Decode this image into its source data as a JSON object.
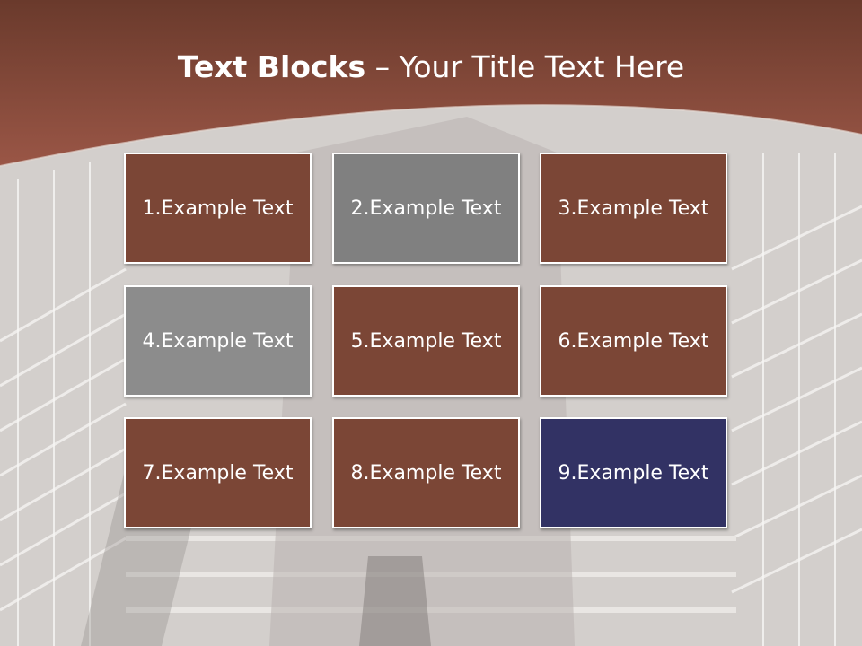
{
  "slide": {
    "title_bold": "Text Blocks",
    "title_dash": "–",
    "title_rest": "Your Title Text Here"
  },
  "blocks": [
    {
      "label": "1.Example Text",
      "color": "#7b4636"
    },
    {
      "label": "2.Example Text",
      "color": "#808080"
    },
    {
      "label": "3.Example Text",
      "color": "#7b4636"
    },
    {
      "label": "4.Example Text",
      "color": "#8c8c8c"
    },
    {
      "label": "5.Example Text",
      "color": "#7b4636"
    },
    {
      "label": "6.Example Text",
      "color": "#7b4636"
    },
    {
      "label": "7.Example Text",
      "color": "#7b4636"
    },
    {
      "label": "8.Example Text",
      "color": "#7b4636"
    },
    {
      "label": "9.Example Text",
      "color": "#323264"
    }
  ],
  "colors": {
    "header": "#8a4a38",
    "background": "#cfcac6"
  }
}
